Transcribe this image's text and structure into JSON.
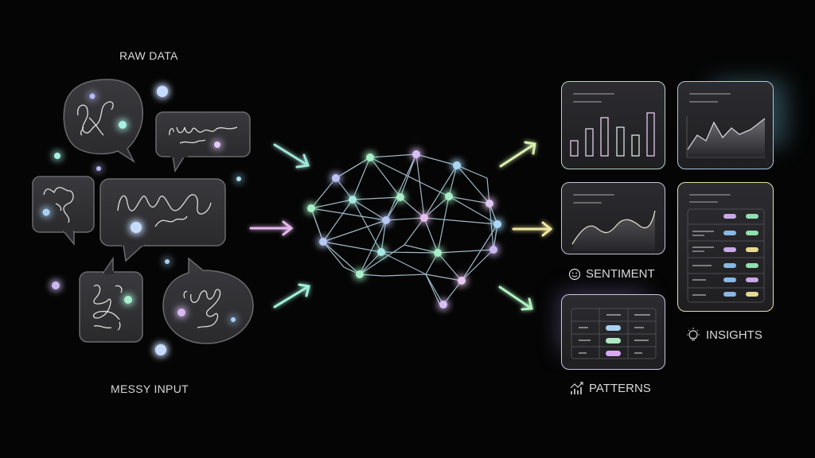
{
  "left_section": {
    "top_label": "RAW DATA",
    "bottom_label": "MESSY INPUT",
    "bubbles": 6
  },
  "center_section": {
    "name": "neural-network-brain"
  },
  "right_section": {
    "cards": [
      {
        "name": "bar-chart-card",
        "border": "#b5d6c4"
      },
      {
        "name": "area-chart-card",
        "border": "#a9c6e0"
      },
      {
        "name": "sentiment-chart-card",
        "border": "#c9bde0"
      },
      {
        "name": "insights-table-card",
        "border": "#e3e0a8"
      },
      {
        "name": "patterns-table-card",
        "border": "#c9c3e6"
      }
    ],
    "labels": {
      "sentiment": "SENTIMENT",
      "insights": "INSIGHTS",
      "patterns": "PATTERNS"
    },
    "icons": {
      "sentiment": "smiley-icon",
      "insights": "lightbulb-icon",
      "patterns": "trend-chart-icon"
    }
  },
  "colors": {
    "background": "#050505",
    "mint": "#9ff0d0",
    "lavender": "#d7b8f0",
    "sky": "#a8d0f5",
    "butter": "#f0e6a0"
  }
}
